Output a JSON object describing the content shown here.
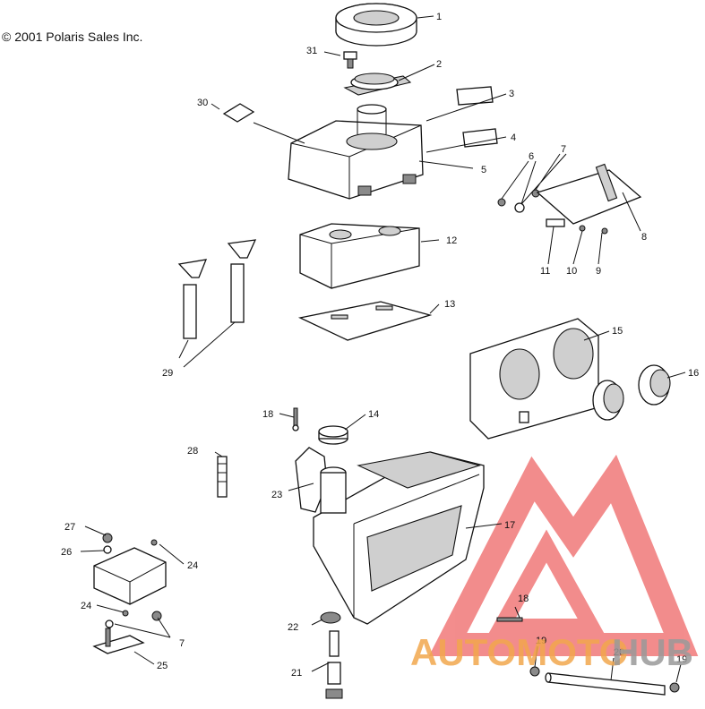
{
  "copyright": "© 2001 Polaris Sales Inc.",
  "watermark": {
    "text_left": "AUTOMOTO",
    "text_right": "HUB",
    "color_left": "#f2a74d",
    "color_right": "#9a9a9a",
    "logo_color": "#f07070"
  },
  "callouts": [
    {
      "id": "c1",
      "label": "1"
    },
    {
      "id": "c2",
      "label": "2"
    },
    {
      "id": "c3",
      "label": "3"
    },
    {
      "id": "c4",
      "label": "4"
    },
    {
      "id": "c5",
      "label": "5"
    },
    {
      "id": "c6",
      "label": "6"
    },
    {
      "id": "c7",
      "label": "7"
    },
    {
      "id": "c8",
      "label": "8"
    },
    {
      "id": "c9",
      "label": "9"
    },
    {
      "id": "c10",
      "label": "10"
    },
    {
      "id": "c11",
      "label": "11"
    },
    {
      "id": "c12",
      "label": "12"
    },
    {
      "id": "c13",
      "label": "13"
    },
    {
      "id": "c14",
      "label": "14"
    },
    {
      "id": "c15",
      "label": "15"
    },
    {
      "id": "c16",
      "label": "16"
    },
    {
      "id": "c17",
      "label": "17"
    },
    {
      "id": "c18a",
      "label": "18"
    },
    {
      "id": "c18b",
      "label": "18"
    },
    {
      "id": "c19a",
      "label": "19"
    },
    {
      "id": "c19b",
      "label": "19"
    },
    {
      "id": "c20",
      "label": "20"
    },
    {
      "id": "c21",
      "label": "21"
    },
    {
      "id": "c22",
      "label": "22"
    },
    {
      "id": "c23",
      "label": "23"
    },
    {
      "id": "c24a",
      "label": "24"
    },
    {
      "id": "c24b",
      "label": "24"
    },
    {
      "id": "c25",
      "label": "25"
    },
    {
      "id": "c26",
      "label": "26"
    },
    {
      "id": "c27",
      "label": "27"
    },
    {
      "id": "c28",
      "label": "28"
    },
    {
      "id": "c29",
      "label": "29"
    },
    {
      "id": "c30",
      "label": "30"
    },
    {
      "id": "c31",
      "label": "31"
    },
    {
      "id": "c7b",
      "label": "7"
    }
  ]
}
